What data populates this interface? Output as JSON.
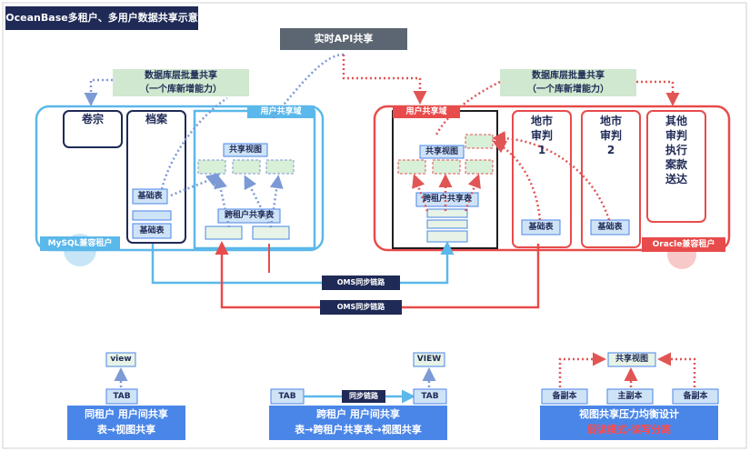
{
  "header": {
    "title": "OceanBase多租户、多用户数据共享示意"
  },
  "api_box": {
    "label": "实时API共享"
  },
  "left_tenant": {
    "name": "MySQL兼容租户",
    "batch_share": {
      "line1": "数据库层批量共享",
      "line2": "（一个库新增能力）"
    },
    "dbs": {
      "juanzong": "卷宗",
      "dangan": "档案"
    },
    "user_domain": "用户共享域",
    "shared_view": "共享视图",
    "base_table_1": "基础表",
    "base_table_2": "基础表",
    "cross_table": "跨租户共享表"
  },
  "right_tenant": {
    "name": "Oracle兼容租户",
    "batch_share": {
      "line1": "数据库层批量共享",
      "line2": "（一个库新增能力）"
    },
    "user_domain": "用户共享域",
    "shared_view": "共享视图",
    "cross_table": "跨租户共享表",
    "db1": {
      "l1": "地市",
      "l2": "审判",
      "l3": "1"
    },
    "db2": {
      "l1": "地市",
      "l2": "审判",
      "l3": "2"
    },
    "db3": {
      "l1": "其他",
      "l2": "审判",
      "l3": "执行",
      "l4": "案款",
      "l5": "送达"
    },
    "db1_base": "基础表",
    "db2_base": "基础表"
  },
  "oms": {
    "link1": "OMS同步链路",
    "link2": "OMS同步链路"
  },
  "legend1": {
    "view": "view",
    "tab": "TAB",
    "caption1": "同租户 用户间共享",
    "caption2": "表→视图共享"
  },
  "legend2": {
    "view": "VIEW",
    "tab_left": "TAB",
    "tab_right": "TAB",
    "sync": "同步链路",
    "caption1": "跨租户 用户间共享",
    "caption2": "表→跨租户共享表→视图共享"
  },
  "legend3": {
    "view": "共享视图",
    "replica_left": "备副本",
    "replica_main": "主副本",
    "replica_right": "备副本",
    "caption1": "视图共享压力均衡设计",
    "caption2": "弱读模式-读写分离"
  },
  "colors": {
    "blue": "#5bb8ea",
    "red": "#e84b4b",
    "green_box": "#cfe8cf",
    "api_box": "#5c6672",
    "dark_navy": "#1f2a56",
    "caption_blue": "#4a86e8",
    "dotted_blue": "#7c9ad6",
    "dotted_red": "#e25555"
  }
}
